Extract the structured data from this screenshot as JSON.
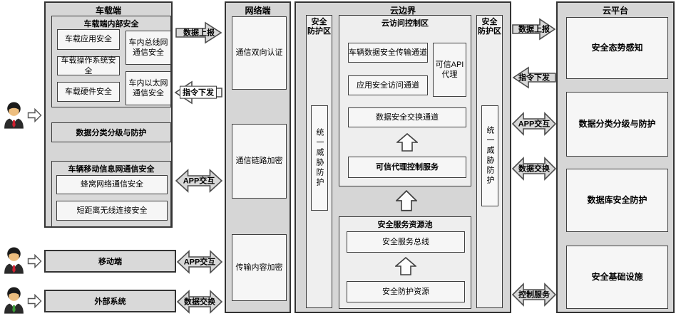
{
  "icons": {
    "user_top": "business-user-red-tie-icon",
    "user_mid": "business-user-red-tie-icon",
    "user_bottom": "business-user-green-tie-icon",
    "flow_arrow": "block-arrow-icon",
    "up_arrow": "hollow-up-arrow-icon"
  },
  "colors": {
    "panel_bg": "#d6d6d6",
    "inner_zone_bg": "#eeeeee",
    "white_box_bg": "#f6f6f6",
    "border_dark": "#333333",
    "arrow_fill": "#d8d8d8",
    "tie_red": "#cf2030",
    "tie_green": "#3a9b35"
  },
  "vehicle": {
    "title": "车载端",
    "internal": {
      "title": "车载端内部安全",
      "app": "车载应用安全",
      "bus": "车内总线网\n通信安全",
      "os": "车载操作系统安全",
      "hardware": "车载硬件安全",
      "ethernet": "车内以太网\n通信安全"
    },
    "data_classification": "数据分类分级与防护",
    "mobile_info": {
      "title": "车辆移动信息网通信安全",
      "cellular": "蜂窝网络通信安全",
      "short_range": "短距离无线连接安全"
    }
  },
  "network": {
    "title": "网络端",
    "mutual_auth": "通信双向认证",
    "link_encryption": "通信链路加密",
    "content_encryption": "传输内容加密"
  },
  "cloud_boundary": {
    "title": "云边界",
    "zone_left": {
      "title": "安全\n防护区",
      "inner": "统一威胁防护"
    },
    "zone_right": {
      "title": "安全\n防护区",
      "inner": "统一威胁防护"
    },
    "access_control": {
      "title": "云访问控制区",
      "vehicle_data_channel": "车辆数据安全传输通道",
      "api_proxy": "可信API\n代理",
      "app_access_channel": "应用安全访问通道",
      "data_exchange_channel": "数据安全交换通道",
      "trusted_proxy_service": "可信代理控制服务"
    },
    "service_pool": {
      "title": "安全服务资源池",
      "service_bus": "安全服务总线",
      "protection_resource": "安全防护资源"
    }
  },
  "cloud_platform": {
    "title": "云平台",
    "situation_awareness": "安全态势感知",
    "data_classification": "数据分类分级与防护",
    "database_protection": "数据库安全防护",
    "infrastructure": "安全基础设施"
  },
  "mobile": {
    "title": "移动端"
  },
  "external": {
    "title": "外部系统"
  },
  "arrows": {
    "v2n_data_report": "数据上报",
    "v2n_command": "指令下发",
    "v2n_app": "APP交互",
    "mobile_app": "APP交互",
    "external_exchange": "数据交换",
    "c2p_data_report": "数据上报",
    "c2p_command": "指令下发",
    "c2p_app": "APP交互",
    "c2p_exchange": "数据交换",
    "c2p_control": "控制服务"
  }
}
